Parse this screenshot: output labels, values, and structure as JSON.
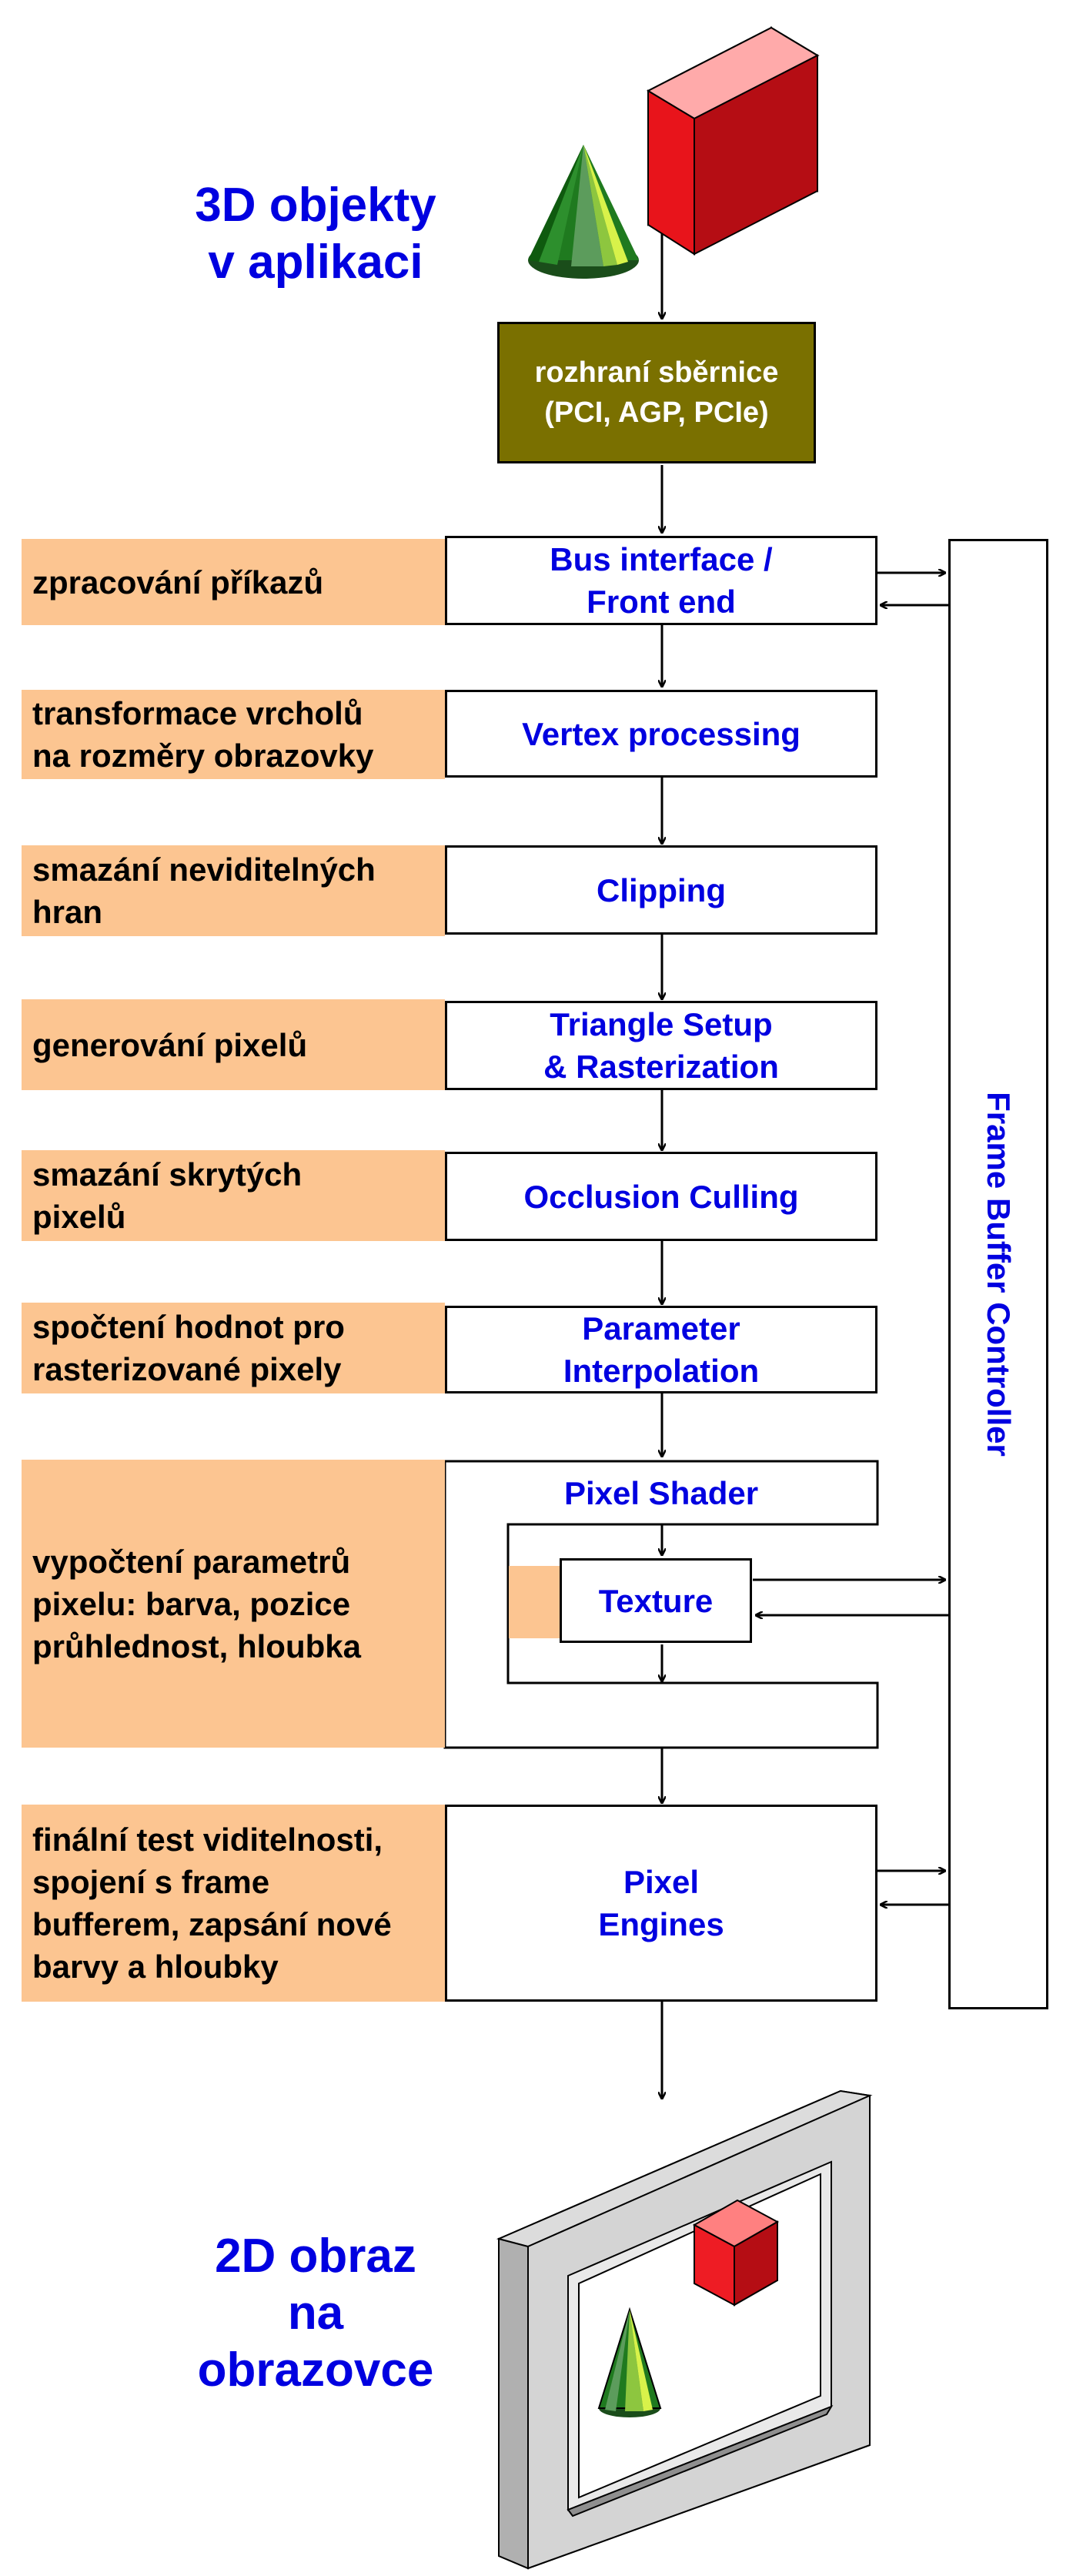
{
  "titles": {
    "objects_3d": "3D objekty\nv aplikaci",
    "image_2d": "2D obraz\nna\nobrazovce"
  },
  "bus_box": "rozhraní sběrnice\n(PCI, AGP, PCIe)",
  "frame_buffer": "Frame Buffer Controller",
  "stages": [
    {
      "label": "zpracování příkazů",
      "box": "Bus interface /\nFront end"
    },
    {
      "label": "transformace vrcholů\nna rozměry obrazovky",
      "box": "Vertex processing"
    },
    {
      "label": "smazání neviditelných\nhran",
      "box": "Clipping"
    },
    {
      "label": "generování pixelů",
      "box": "Triangle Setup\n& Rasterization"
    },
    {
      "label": "smazání skrytých\npixelů",
      "box": "Occlusion Culling"
    },
    {
      "label": "spočtení hodnot pro\nrasterizované pixely",
      "box": "Parameter\nInterpolation"
    },
    {
      "label": "vypočtení parametrů\npixelu: barva, pozice\nprůhlednost, hloubka",
      "box": "Pixel Shader",
      "inner_box": "Texture"
    },
    {
      "label": "finální test viditelnosti,\nspojení s frame\nbufferem, zapsání nové\nbarvy a hloubky",
      "box": "Pixel\nEngines"
    }
  ],
  "colors": {
    "label_fill": "#fcc591",
    "box_text": "#0000e0",
    "bus_fill": "#7a7000",
    "title_text": "#0000e0"
  },
  "icons": [
    "red-box-3d-icon",
    "green-cone-3d-icon",
    "monitor-icon"
  ]
}
